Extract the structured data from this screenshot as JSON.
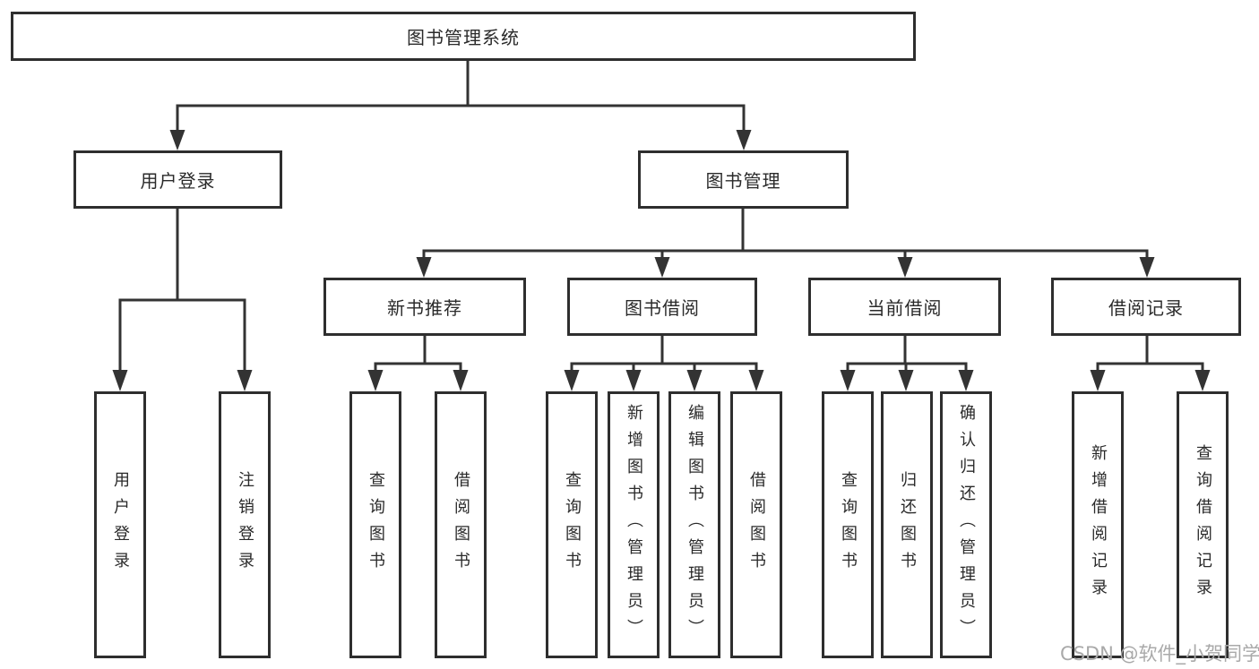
{
  "diagram": {
    "root": {
      "label": "图书管理系统"
    },
    "branches": [
      {
        "label": "用户登录",
        "children": [
          {
            "label": "用户登录"
          },
          {
            "label": "注销登录"
          }
        ]
      },
      {
        "label": "图书管理",
        "sections": [
          {
            "label": "新书推荐",
            "children": [
              {
                "label": "查询图书"
              },
              {
                "label": "借阅图书"
              }
            ]
          },
          {
            "label": "图书借阅",
            "children": [
              {
                "label": "查询图书"
              },
              {
                "label": "新增图书（管理员）"
              },
              {
                "label": "编辑图书（管理员）"
              },
              {
                "label": "借阅图书"
              }
            ]
          },
          {
            "label": "当前借阅",
            "children": [
              {
                "label": "查询图书"
              },
              {
                "label": "归还图书"
              },
              {
                "label": "确认归还（管理员）"
              }
            ]
          },
          {
            "label": "借阅记录",
            "children": [
              {
                "label": "新增借阅记录"
              },
              {
                "label": "查询借阅记录"
              }
            ]
          }
        ]
      }
    ]
  },
  "watermark": {
    "text": "CSDN @软件_小贺同学",
    "color": "#a9a9a9"
  },
  "colors": {
    "box_border": "#2e2e2e",
    "connector_line": "#333333",
    "text": "#2a2a2a",
    "background": "#ffffff"
  }
}
